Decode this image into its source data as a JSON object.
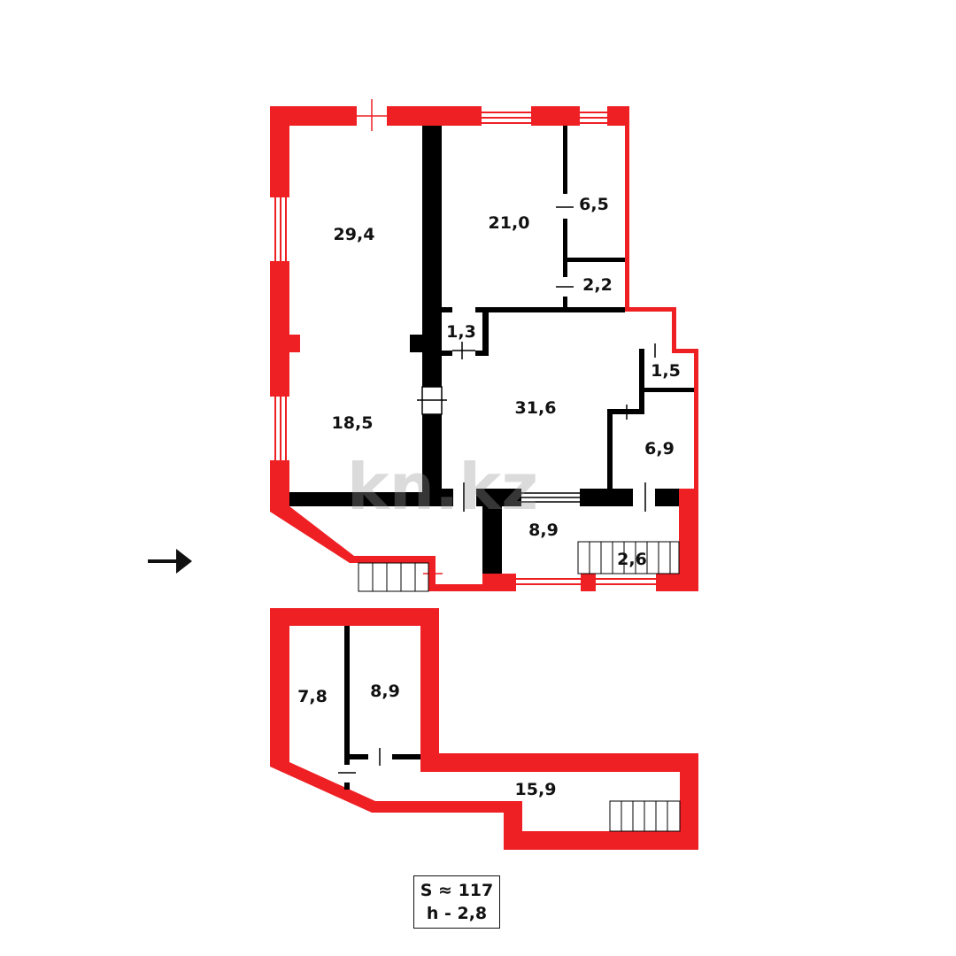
{
  "watermark": "kn.kz",
  "colors": {
    "exterior_wall": "#ee2024",
    "interior_wall": "#000000",
    "background": "#ffffff"
  },
  "entrance_arrow": "arrow-right",
  "floor_1": {
    "rooms": [
      {
        "id": "r1",
        "area": "29,4"
      },
      {
        "id": "r2",
        "area": "21,0"
      },
      {
        "id": "r3",
        "area": "6,5"
      },
      {
        "id": "r4",
        "area": "2,2"
      },
      {
        "id": "r5",
        "area": "1,3"
      },
      {
        "id": "r6",
        "area": "18,5"
      },
      {
        "id": "r7",
        "area": "31,6"
      },
      {
        "id": "r8",
        "area": "1,5"
      },
      {
        "id": "r9",
        "area": "6,9"
      },
      {
        "id": "r10",
        "area": "8,9"
      },
      {
        "id": "r11",
        "area": "2,6"
      }
    ]
  },
  "floor_2": {
    "rooms": [
      {
        "id": "b1",
        "area": "7,8"
      },
      {
        "id": "b2",
        "area": "8,9"
      },
      {
        "id": "b3",
        "area": "15,9"
      }
    ]
  },
  "summary": {
    "area": "S ≈ 117",
    "height": "h - 2,8"
  }
}
